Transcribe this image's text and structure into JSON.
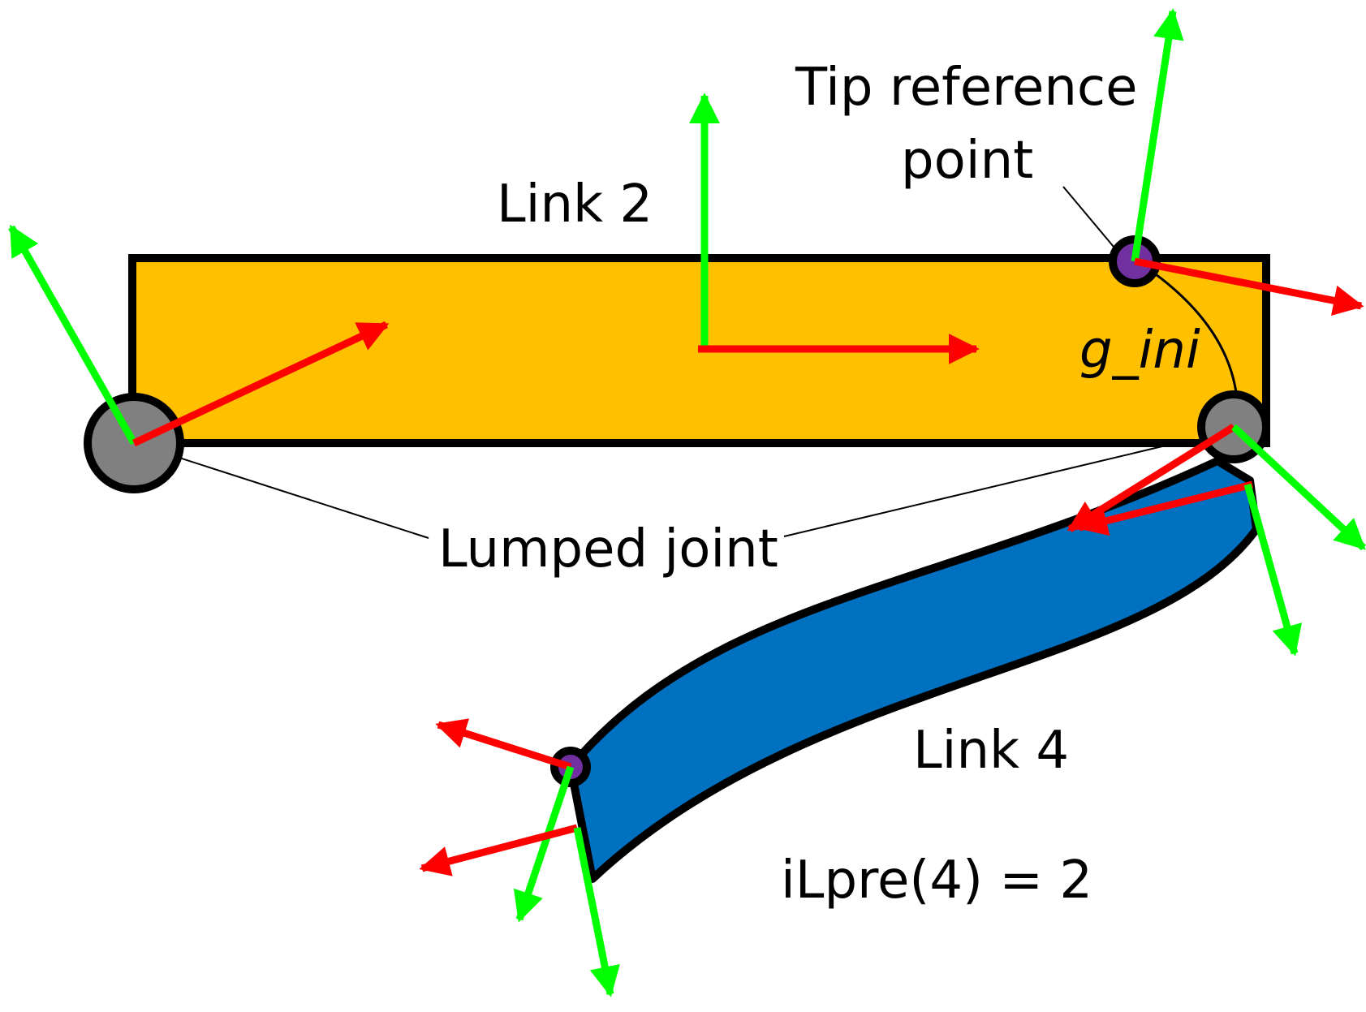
{
  "labels": {
    "link2": "Link 2",
    "link4": "Link 4",
    "tip_line1": "Tip reference",
    "tip_line2": "point",
    "g_ini": "g_ini",
    "lumped_joint": "Lumped joint",
    "ilpre": "iLpre(4) = 2"
  },
  "colors": {
    "link2_fill": "#FFC000",
    "link4_fill": "#0070C0",
    "joint_fill": "#808080",
    "tip_point_fill": "#7030A0",
    "axis_x": "#FF0000",
    "axis_y": "#00FF00",
    "outline": "#000000"
  }
}
